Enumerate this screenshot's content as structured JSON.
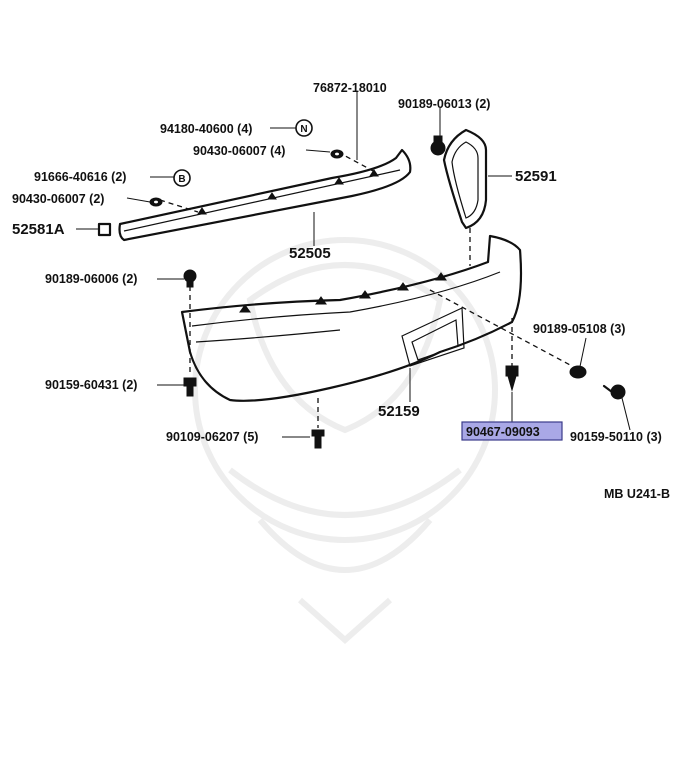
{
  "diagram": {
    "parts": {
      "retainer_top": "76872-18010",
      "clip_upper": "90189-06013 (2)",
      "nut_upper": "94180-40600 (4)",
      "washer_upper": "90430-06007 (4)",
      "nut_left": "91666-40616 (2)",
      "washer_left": "90430-06007 (2)",
      "pad": "52581A",
      "extension": "52591",
      "reinforcement": "52505",
      "clip_left": "90189-06006 (2)",
      "clip_right": "90189-05108 (3)",
      "bolt_left": "90159-60431 (2)",
      "cover": "52159",
      "bolt_bottom": "90109-06207 (5)",
      "highlighted_part": "90467-09093",
      "screw_right": "90159-50110 (3)"
    },
    "markers": {
      "n": "N",
      "b": "B"
    },
    "reference": "MB  U241-B",
    "highlight_color": "#a9a8e6"
  }
}
